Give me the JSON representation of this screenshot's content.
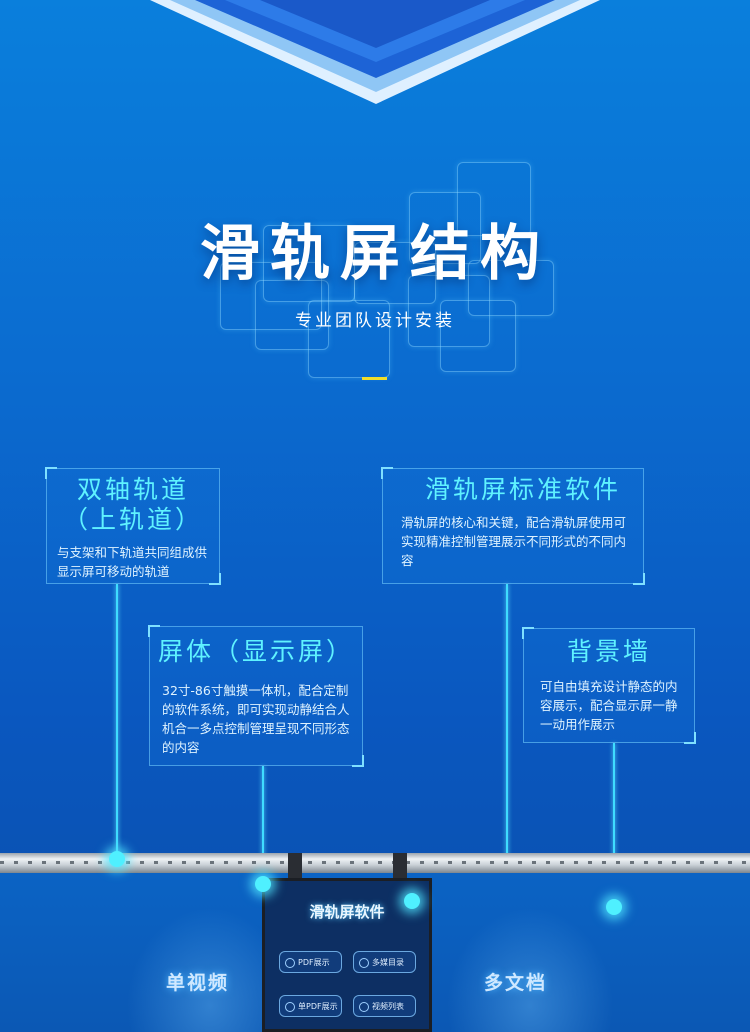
{
  "header": {
    "title": "滑轨屏结构",
    "subtitle": "专业团队设计安装"
  },
  "boxes": {
    "track": {
      "title_line1": "双轴轨道",
      "title_line2": "（上轨道）",
      "desc": "与支架和下轨道共同组成供显示屏可移动的轨道"
    },
    "software": {
      "title": "滑轨屏标准软件",
      "desc": "滑轨屏的核心和关键，配合滑轨屏使用可实现精准控制管理展示不同形式的不同内容"
    },
    "screen_body": {
      "title": "屏体（显示屏）",
      "desc": "32寸-86寸触摸一体机，配合定制的软件系统，即可实现动静结合人机合一多点控制管理呈现不同形态的内容"
    },
    "background_wall": {
      "title": "背景墙",
      "desc": "可自由填充设计静态的内容展示，配合显示屏一静一动用作展示"
    }
  },
  "scene": {
    "left_label": "单视频",
    "right_label": "多文档",
    "screen_title": "滑轨屏软件",
    "screen_buttons": [
      "PDF展示",
      "多媒目录",
      "单PDF展示",
      "视频列表"
    ]
  },
  "colors": {
    "background": "#0b6cd0",
    "accent_cyan": "#5ff2ff",
    "accent_yellow": "#f1dd2a"
  }
}
